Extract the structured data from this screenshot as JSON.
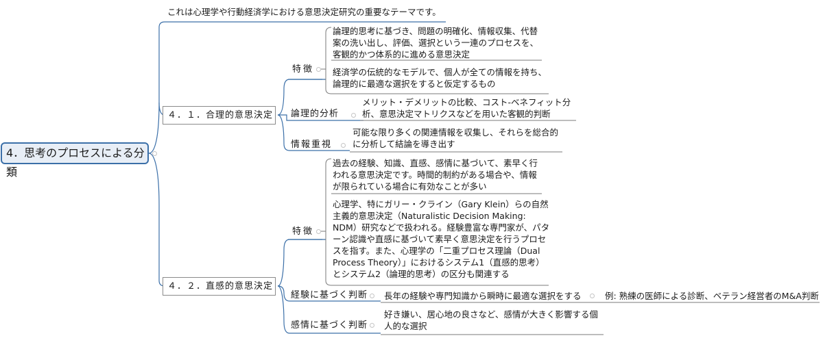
{
  "root": {
    "label": "4．思考のプロセスによる分類"
  },
  "note": {
    "text": "これは心理学や行動経済学における意思決定研究の重要なテーマです。"
  },
  "branches": [
    {
      "label": "４．１．合理的意思決定",
      "features_label": "特徴",
      "features": [
        "論理的思考に基づき、問題の明確化、情報収集、代替案の洗い出し、評価、選択という一連のプロセスを、客観的かつ体系的に進める意思決定",
        " 経済学の伝統的なモデルで、個人が全ての情報を持ち、論理的に最適な選択をすると仮定するもの"
      ],
      "analysis_label": "論理的分析",
      "analysis_text": "メリット・デメリットの比較、コスト-ベネフィット分析、意思決定マトリクスなどを用いた客観的判断",
      "info_label": "情報重視",
      "info_text": "可能な限り多くの関連情報を収集し、それらを総合的に分析して結論を導き出す"
    },
    {
      "label": "４．２．直感的意思決定",
      "features_label": "特徴",
      "features": [
        "過去の経験、知識、直感、感情に基づいて、素早く行われる意思決定です。時間的制約がある場合や、情報が限られている場合に有効なことが多い",
        " 心理学、特にガリー・クライン（Gary Klein）らの自然主義的意思決定（Naturalistic Decision Making: NDM）研究などで扱われる。経験豊富な専門家が、パターン認識や直感に基づいて素早く意思決定を行うプロセスを指す。また、心理学の「二重プロセス理論（Dual Process Theory）」におけるシステム1（直感的思考）とシステム2（論理的思考）の区分も関連する"
      ],
      "experience_label": "経験に基づく判断",
      "experience_text": "長年の経験や専門知識から瞬時に最適な選択をする",
      "experience_example": "例: 熟練の医師による診断、ベテラン経営者のM&A判断",
      "emotion_label": "感情に基づく判断",
      "emotion_text": "好き嫌い、居心地の良さなど、感情が大きく影響する個人的な選択"
    }
  ]
}
